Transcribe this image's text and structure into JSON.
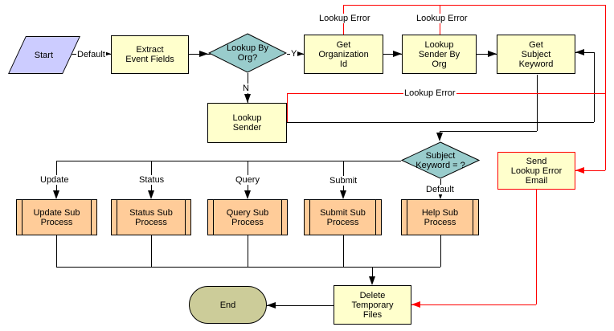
{
  "colors": {
    "process_fill": "#FFFFCC",
    "subprocess_fill": "#FFCC99",
    "decision_fill": "#99CCCC",
    "start_fill": "#CCCCFF",
    "end_fill": "#CCCC99",
    "connector": "#000000",
    "error_connector": "#FF0000"
  },
  "nodes": {
    "start": {
      "label": "Start"
    },
    "extract_event_fields": {
      "label": [
        "Extract",
        "Event Fields"
      ]
    },
    "lookup_by_org": {
      "label": [
        "Lookup By",
        "Org?"
      ]
    },
    "get_organization_id": {
      "label": [
        "Get",
        "Organization",
        "Id"
      ]
    },
    "lookup_sender_by_org": {
      "label": [
        "Lookup",
        "Sender By",
        "Org"
      ]
    },
    "get_subject_keyword": {
      "label": [
        "Get",
        "Subject",
        "Keyword"
      ]
    },
    "lookup_sender": {
      "label": [
        "Lookup",
        "Sender"
      ]
    },
    "subject_keyword": {
      "label": [
        "Subject",
        "Keyword = ?"
      ]
    },
    "send_lookup_error_email": {
      "label": [
        "Send",
        "Lookup Error",
        "Email"
      ]
    },
    "update_sub_process": {
      "label": [
        "Update Sub",
        "Process"
      ]
    },
    "status_sub_process": {
      "label": [
        "Status Sub",
        "Process"
      ]
    },
    "query_sub_process": {
      "label": [
        "Query Sub",
        "Process"
      ]
    },
    "submit_sub_process": {
      "label": [
        "Submit Sub",
        "Process"
      ]
    },
    "help_sub_process": {
      "label": [
        "Help Sub",
        "Process"
      ]
    },
    "delete_temporary_files": {
      "label": [
        "Delete",
        "Temporary",
        "Files"
      ]
    },
    "end": {
      "label": "End"
    }
  },
  "edge_labels": {
    "start_default": "Default",
    "yes": "Y",
    "no": "N",
    "lookup_error_org": "Lookup Error",
    "lookup_error_sender_by_org": "Lookup Error",
    "lookup_error_sender": "Lookup Error",
    "update": "Update",
    "status": "Status",
    "query": "Query",
    "submit": "Submit",
    "default_help": "Default"
  }
}
